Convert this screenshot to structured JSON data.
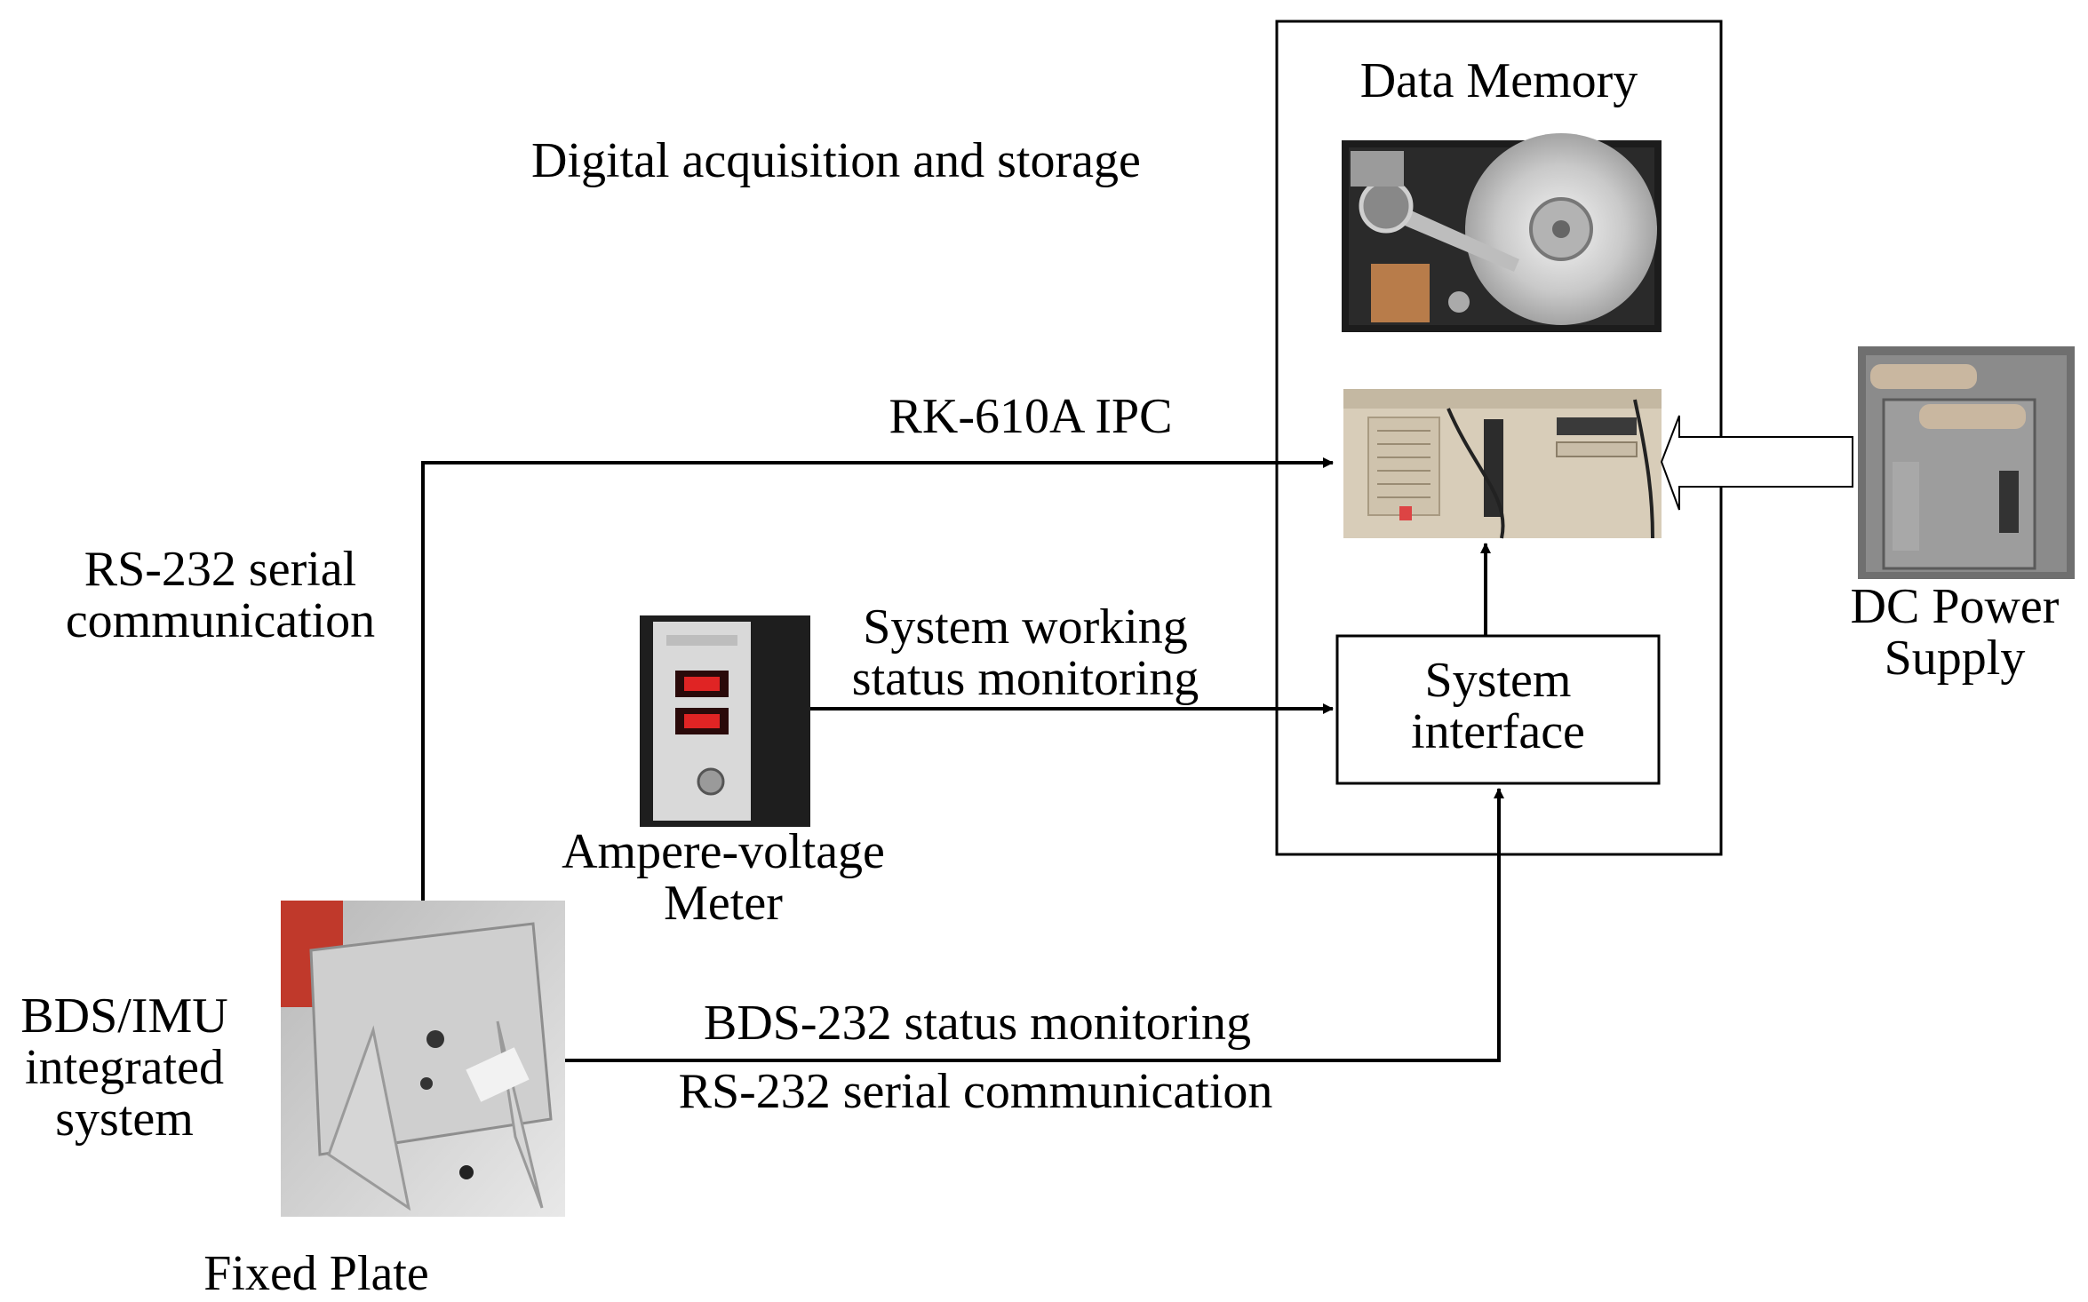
{
  "labels": {
    "data_memory": "Data Memory",
    "digital_acquisition": "Digital acquisition and storage",
    "rk610a_ipc": "RK-610A IPC",
    "rs232_serial": [
      "RS-232 serial",
      "communication"
    ],
    "system_working_status": [
      "System working",
      "status monitoring"
    ],
    "system_interface": [
      "System",
      "interface"
    ],
    "dc_power_supply": [
      "DC Power",
      "Supply"
    ],
    "ampere_voltage_meter": [
      "Ampere-voltage",
      "Meter"
    ],
    "bds_imu_system": [
      "BDS/IMU",
      "integrated",
      "system"
    ],
    "bds232_status": "BDS-232 status monitoring",
    "rs232_serial_bottom": "RS-232 serial communication",
    "fixed_plate": "Fixed Plate"
  },
  "colors": {
    "line": "#000000",
    "background": "#ffffff"
  },
  "icons": {
    "hard_disk": "hard-disk-photo-icon",
    "ipc": "industrial-pc-photo-icon",
    "power_supply": "dc-power-supply-photo-icon",
    "meter": "ampere-voltage-meter-photo-icon",
    "imu": "bds-imu-device-photo-icon"
  }
}
